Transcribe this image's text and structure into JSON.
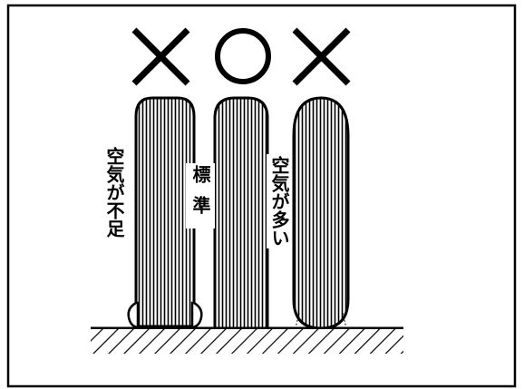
{
  "marks": {
    "left": "×",
    "middle": "○",
    "right": "×"
  },
  "labels": {
    "low_pressure": "空気が不足",
    "standard": "標準",
    "high_pressure": "空気が多い"
  },
  "tires": [
    {
      "condition": "low",
      "mark": "cross"
    },
    {
      "condition": "standard",
      "mark": "circle"
    },
    {
      "condition": "high",
      "mark": "cross"
    }
  ]
}
